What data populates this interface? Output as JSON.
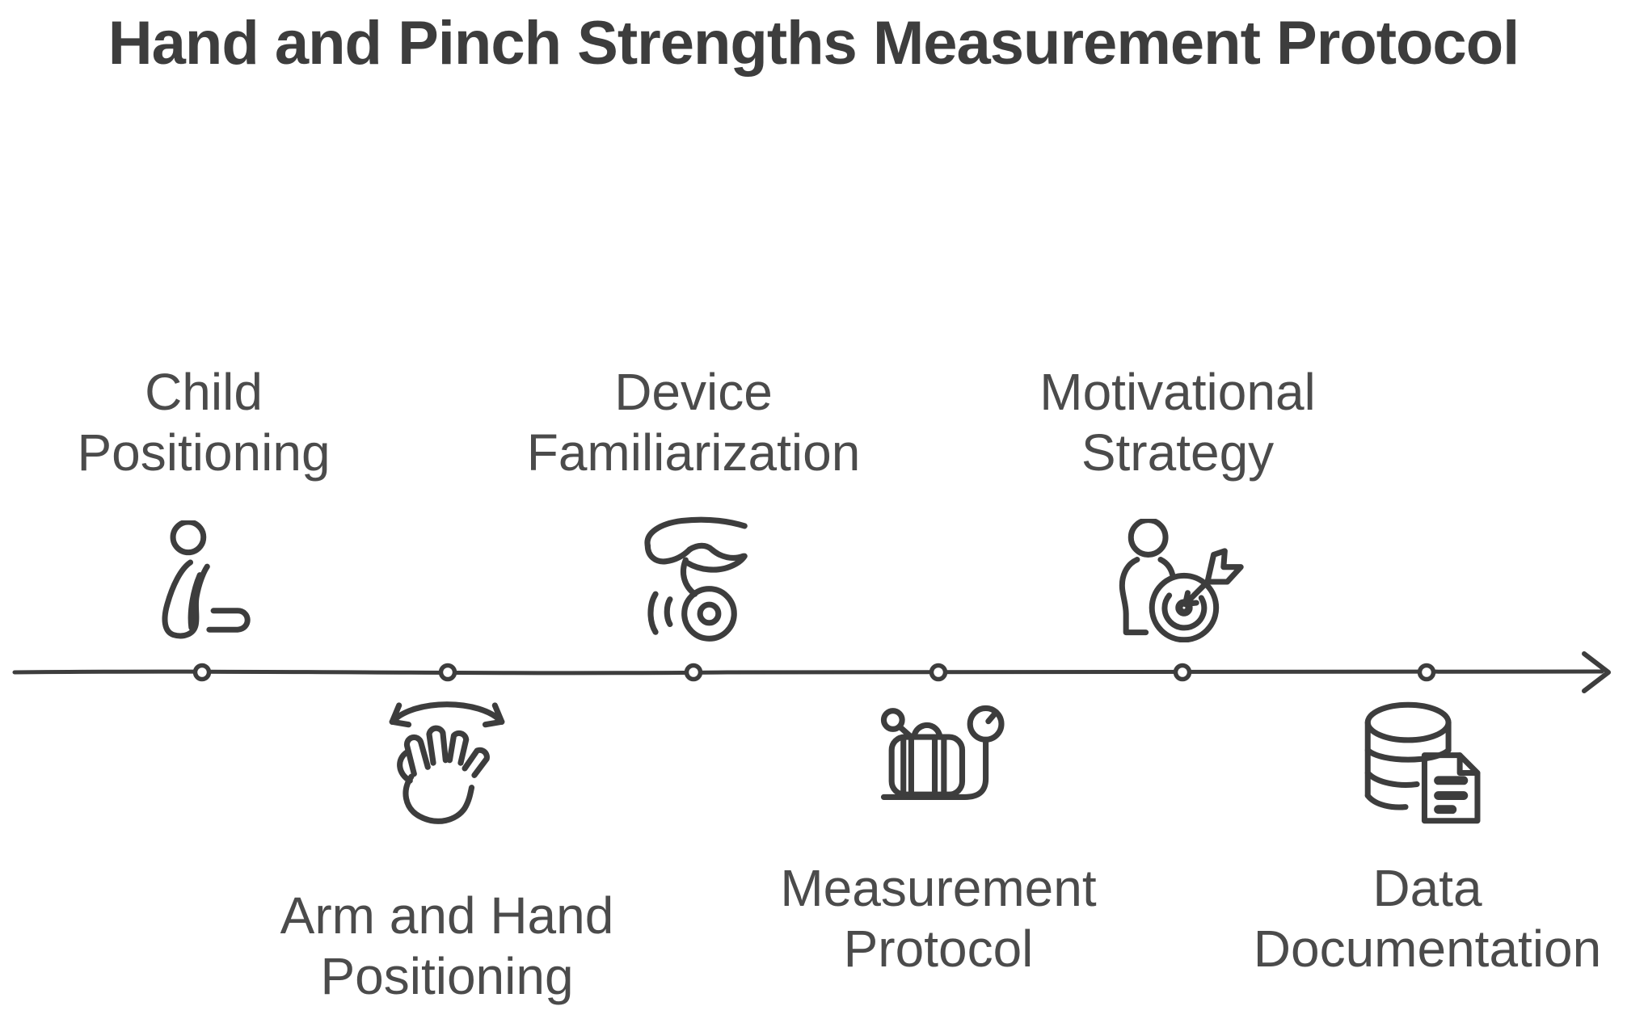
{
  "title": "Hand and Pinch Strengths Measurement Protocol",
  "timeline": {
    "direction": "left-to-right-arrow",
    "node_count": 6,
    "steps": [
      {
        "line1": "Child",
        "line2": "Positioning",
        "label": "Child Positioning",
        "icon": "child-sitting-icon",
        "side": "above"
      },
      {
        "line1": "Arm and Hand",
        "line2": "Positioning",
        "label": "Arm and Hand Positioning",
        "icon": "waving-hand-sway-icon",
        "side": "below"
      },
      {
        "line1": "Device",
        "line2": "Familiarization",
        "label": "Device Familiarization",
        "icon": "hand-pinch-device-icon",
        "side": "above"
      },
      {
        "line1": "Measurement",
        "line2": "Protocol",
        "label": "Measurement Protocol",
        "icon": "luggage-scale-icon",
        "side": "below"
      },
      {
        "line1": "Motivational",
        "line2": "Strategy",
        "label": "Motivational Strategy",
        "icon": "person-target-icon",
        "side": "above"
      },
      {
        "line1": "Data",
        "line2": "Documentation",
        "label": "Data Documentation",
        "icon": "database-document-icon",
        "side": "below"
      }
    ]
  },
  "colors": {
    "background": "#ffffff",
    "title_text": "#3d3d3d",
    "label_text": "#4b4b4b",
    "stroke": "#3d3d3d",
    "node_fill": "#ffffff"
  }
}
